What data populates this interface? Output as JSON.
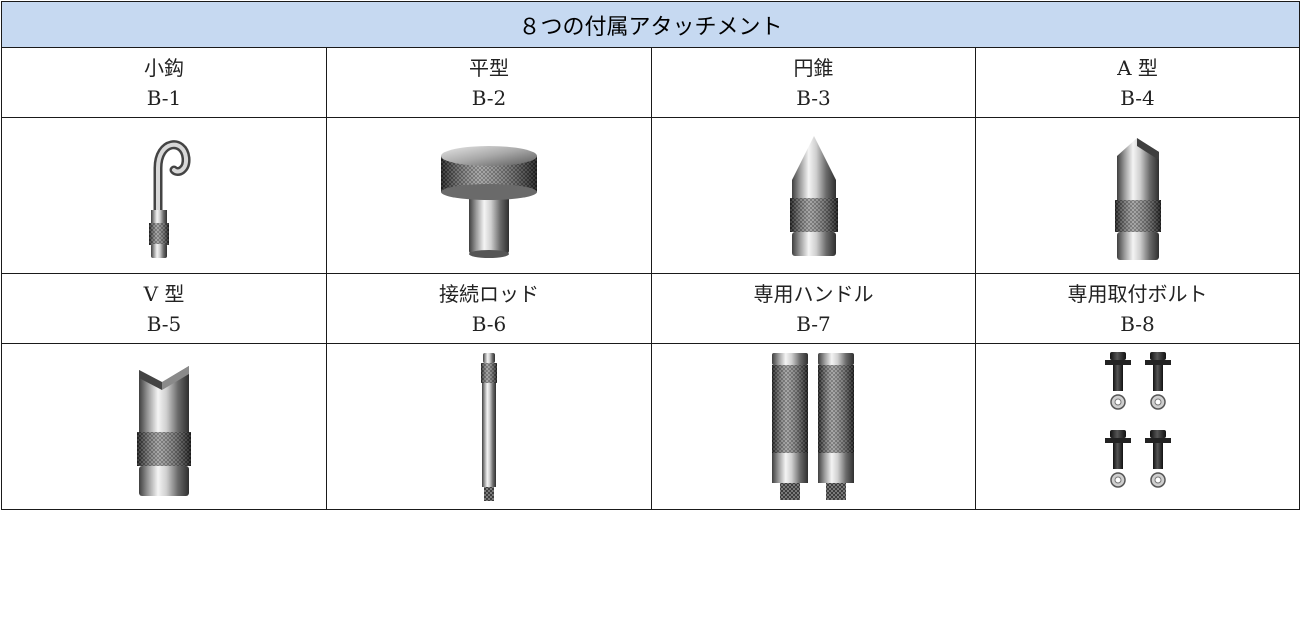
{
  "table": {
    "title": "８つの付属アタッチメント",
    "items": [
      {
        "name": "小鈎",
        "code": "B-1",
        "icon": "hook-attachment-icon"
      },
      {
        "name": "平型",
        "code": "B-2",
        "icon": "flat-attachment-icon"
      },
      {
        "name": "円錐",
        "code": "B-3",
        "icon": "cone-attachment-icon"
      },
      {
        "name": "A 型",
        "code": "B-4",
        "icon": "chisel-attachment-icon"
      },
      {
        "name": "V 型",
        "code": "B-5",
        "icon": "v-notch-attachment-icon"
      },
      {
        "name": "接続ロッド",
        "code": "B-6",
        "icon": "extension-rod-icon"
      },
      {
        "name": "専用ハンドル",
        "code": "B-7",
        "icon": "handle-pair-icon"
      },
      {
        "name": "専用取付ボルト",
        "code": "B-8",
        "icon": "mounting-bolts-icon"
      }
    ]
  }
}
